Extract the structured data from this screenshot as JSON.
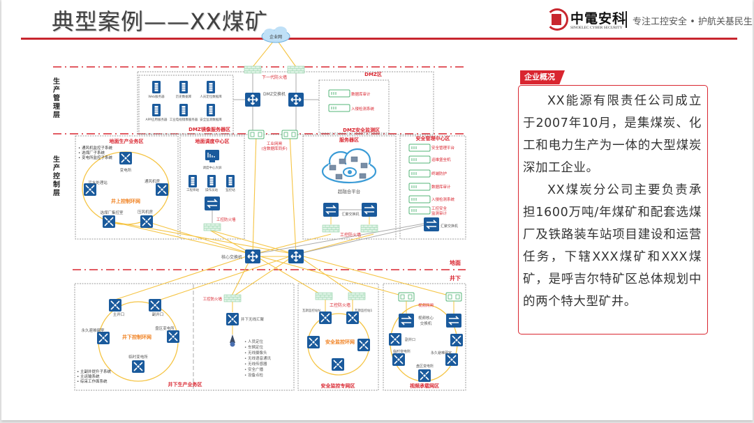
{
  "header": {
    "title": "典型案例——XX煤矿",
    "logo_cn": "中電安科",
    "logo_en": "SINOELEC CYBER SECURITY",
    "slogan": "专注工控安全 • 护航关基民生"
  },
  "colors": {
    "brand_red": "#c8262e",
    "zone_label_red": "#d9252f",
    "ring_label_orange": "#f0801f",
    "link_yellow": "#f5c443",
    "device_blue": "#1a5a9c",
    "firewall_green": "#6cc28a"
  },
  "side_panel": {
    "tag": "企业概况",
    "paragraphs": [
      "XX能源有限责任公司成立于2007年10月，是集煤炭、化工和电力生产为一体的大型煤炭深加工企业。",
      "XX煤炭分公司主要负责承担1600万吨/年煤矿和配套选煤厂及铁路装车站项目建设和运营任务，下辖XXX煤矿和XXX煤矿，是呼吉尔特矿区总体规划中的两个特大型矿井。"
    ]
  },
  "diagram": {
    "layers": {
      "management": "生产管理层",
      "control": "生产控制层",
      "ground": "地面",
      "underground": "井下"
    },
    "enterprise_net": "企业网",
    "next_gen_firewall": "下一代防火墙",
    "dmz_zone": "DMZ区",
    "dmz_switch": "DMZ交换机",
    "dmz_mirror_zone": {
      "title": "DMZ镜像服务器区",
      "servers": [
        "Web服务器",
        "历史数据库",
        "人员定位数据库",
        "APP应用服务器",
        "工业电视镜像服务器",
        "安全监测数据库"
      ]
    },
    "dmz_monitor_zone": {
      "title": "DMZ安全监测区",
      "devices": [
        "数据库审计",
        "入侵检测系统"
      ]
    },
    "industrial_gateway": [
      "工业网闸",
      "(含数据库同步)"
    ],
    "ground_production_zone": {
      "title": "地面生产业务区",
      "bullets": [
        "通风机监控子系统",
        "选煤厂子系统",
        "变电所监控子系统"
      ],
      "ring": "井上控制环网",
      "nodes": [
        "变电所",
        "通风机房",
        "压风机房",
        "选煤厂集控室",
        "污水处理站"
      ]
    },
    "dispatch_zone": {
      "title": "地面调度中心区",
      "screen": "调度中心大屏",
      "stations": [
        "工程师站",
        "操作员站",
        "监控站"
      ],
      "firewall": "工控防火墙"
    },
    "server_zone": {
      "title": "服务器区",
      "platform": "超融合平台",
      "switch": "汇聚交换机",
      "firewall": "工控防火墙"
    },
    "security_center_zone": {
      "title": "安全管理中心区",
      "devices": [
        "安全管理平台",
        "运维堡垒机",
        "终端防护",
        "数据库审计",
        "入侵检测系统",
        "工控安全监测审计"
      ],
      "switch": "汇聚交换机"
    },
    "core_switch": "核心交换机",
    "underground_production_zone": {
      "title": "井下生产业务区",
      "ring": "井下控制环网",
      "nodes": [
        "主井口",
        "副井口",
        "永久避难硐室",
        "盘区变电所",
        "临时变电所"
      ],
      "bullets": [
        "主副井提升子系统",
        "主运输系统",
        "综采工作面系统"
      ],
      "firewall": "工控防火墙",
      "wireless_agg": "井下无线汇聚",
      "wireless_items": [
        "人员定位",
        "车辆定位",
        "无线摄像头",
        "无线语音通讯",
        "无线传感器",
        "安全广播",
        "设备点检"
      ]
    },
    "safety_monitor_zone": {
      "title": "安全监控专网区",
      "ring": "安全监控环网",
      "firewall": "工控防火墙",
      "stations": [
        "瓦斯监控站N",
        "瓦斯监控站1"
      ]
    },
    "video_zone": {
      "title": "视频承载网区",
      "gateway": "视频网闸",
      "core_switch": "视频核心交换机",
      "nodes": [
        "副井口",
        "临时变电所",
        "永久避难硐室",
        "盘区变电所"
      ]
    }
  }
}
